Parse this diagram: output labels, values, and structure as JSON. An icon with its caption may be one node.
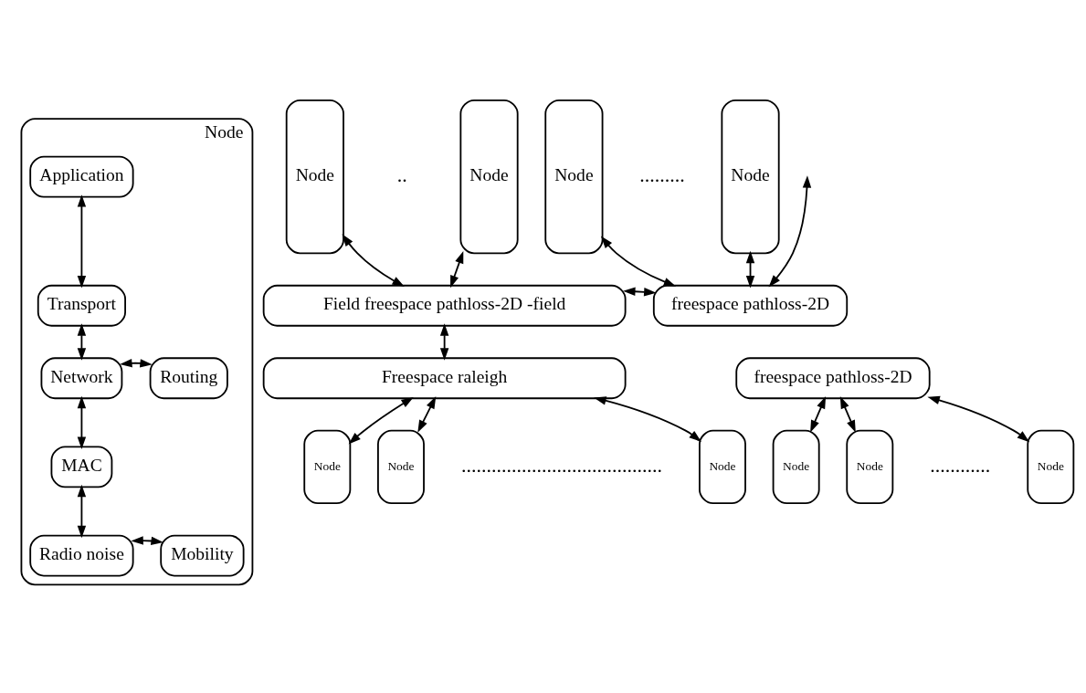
{
  "diagram": {
    "nodes": [
      {
        "text": [
          "Node"
        ]
      },
      {
        "text": [
          "Application"
        ],
        "in": 0
      },
      {
        "text": [
          "Transport"
        ],
        "in": 0
      },
      {
        "text": [
          "Network"
        ],
        "in": 0
      },
      {
        "text": [
          "Routing"
        ],
        "in": 0
      },
      {
        "text": [
          "MAC"
        ],
        "in": 0
      },
      {
        "text": [
          "Radio noise"
        ],
        "in": 0
      },
      {
        "text": [
          "Mobility"
        ],
        "in": 0
      },
      {
        "text": [
          "Node"
        ]
      },
      {
        "text": [
          "Node"
        ]
      },
      {
        "text": [
          "Node"
        ]
      },
      {
        "text": [
          "Node"
        ]
      },
      {
        "text": [
          "Field freespace pathloss-2D -field"
        ]
      },
      {
        "text": [
          "freespace pathloss-2D"
        ]
      },
      {
        "text": [
          "Freespace raleigh"
        ]
      },
      {
        "text": [
          "freespace pathloss-2D"
        ]
      },
      {
        "text": [
          "Node"
        ]
      },
      {
        "text": [
          "Node"
        ]
      },
      {
        "text": [
          "Node"
        ]
      },
      {
        "text": [
          "Node"
        ]
      },
      {
        "text": [
          "Node"
        ]
      },
      {
        "text": [
          "Node"
        ]
      }
    ],
    "edges": [
      {
        "from": 1,
        "to": 2,
        "arrow": "both"
      },
      {
        "from": 2,
        "to": 3,
        "arrow": "both"
      },
      {
        "from": 3,
        "to": 4,
        "arrow": "both"
      },
      {
        "from": 3,
        "to": 5,
        "arrow": "both"
      },
      {
        "from": 5,
        "to": 6,
        "arrow": "both"
      },
      {
        "from": 6,
        "to": 7,
        "arrow": "both"
      },
      {
        "from": 8,
        "to": 12,
        "arrow": "both"
      },
      {
        "from": 9,
        "to": 12,
        "arrow": "both"
      },
      {
        "from": 10,
        "to": 13,
        "arrow": "both"
      },
      {
        "from": null,
        "to": 13,
        "arrow": "both"
      },
      {
        "from": 11,
        "to": 13,
        "arrow": "both"
      },
      {
        "from": 12,
        "to": 13,
        "arrow": "both"
      },
      {
        "from": 12,
        "to": 14,
        "arrow": "both"
      },
      {
        "from": 14,
        "to": 16,
        "arrow": "both"
      },
      {
        "from": 14,
        "to": 17,
        "arrow": "both"
      },
      {
        "from": 14,
        "to": 18,
        "arrow": "both"
      },
      {
        "from": 15,
        "to": 19,
        "arrow": "both"
      },
      {
        "from": 15,
        "to": 20,
        "arrow": "both"
      },
      {
        "from": 15,
        "to": 21,
        "arrow": "both"
      }
    ],
    "labels": [
      "..",
      ".........",
      "........................................",
      "............"
    ]
  }
}
